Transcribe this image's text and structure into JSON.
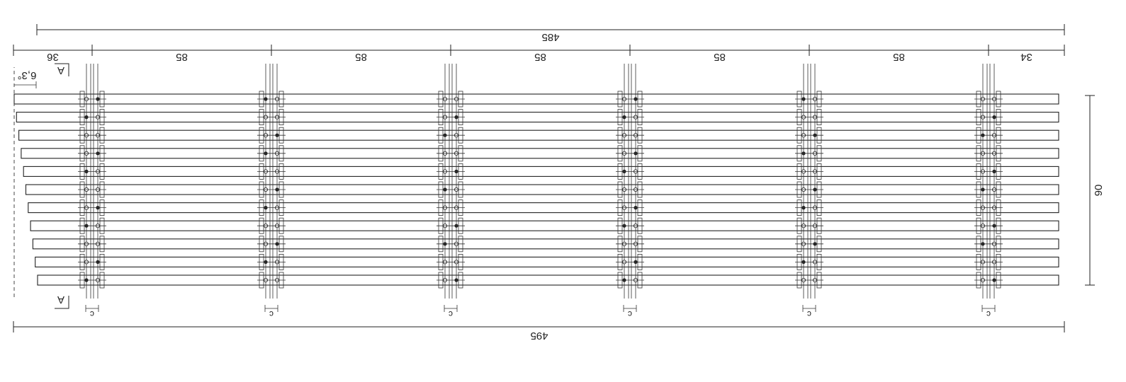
{
  "drawing": {
    "dimensions": {
      "top_overall": "485",
      "bottom_overall": "495",
      "segments": [
        "36",
        "85",
        "85",
        "85",
        "85",
        "85",
        "34"
      ],
      "height": "90",
      "angle": "6,3°",
      "column_label": "c"
    },
    "section_marks": [
      "A",
      "A"
    ],
    "counts": {
      "planks": 11,
      "columns": 6
    }
  }
}
